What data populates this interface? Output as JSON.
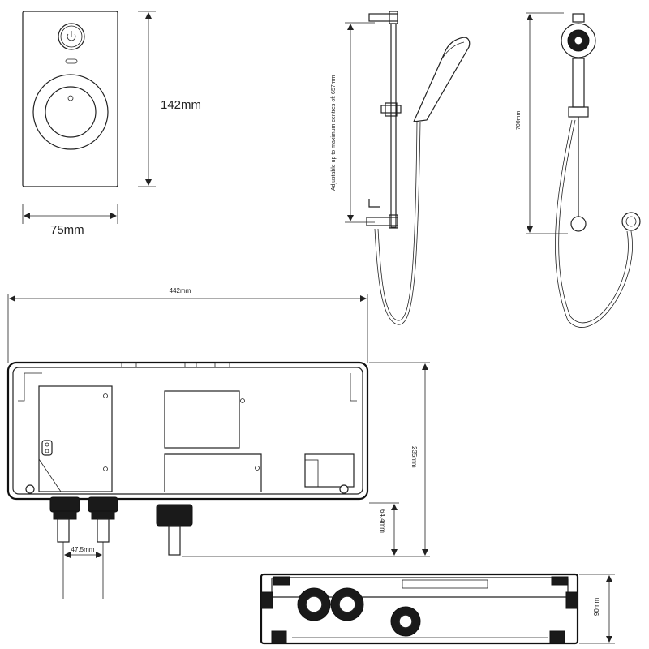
{
  "dimensions": {
    "control_height": "142mm",
    "control_width": "75mm",
    "riser_adjustable": "Adjustable up to maximum centres of: 657mm",
    "riser_height": "700mm",
    "unit_width": "442mm",
    "unit_height": "235mm",
    "outlet_drop": "64.4mm",
    "inlet_centres": "47.5mm",
    "unit_depth": "90mm"
  },
  "colors": {
    "line": "#222222",
    "background": "#ffffff"
  },
  "icons": {
    "power": "power-icon"
  }
}
